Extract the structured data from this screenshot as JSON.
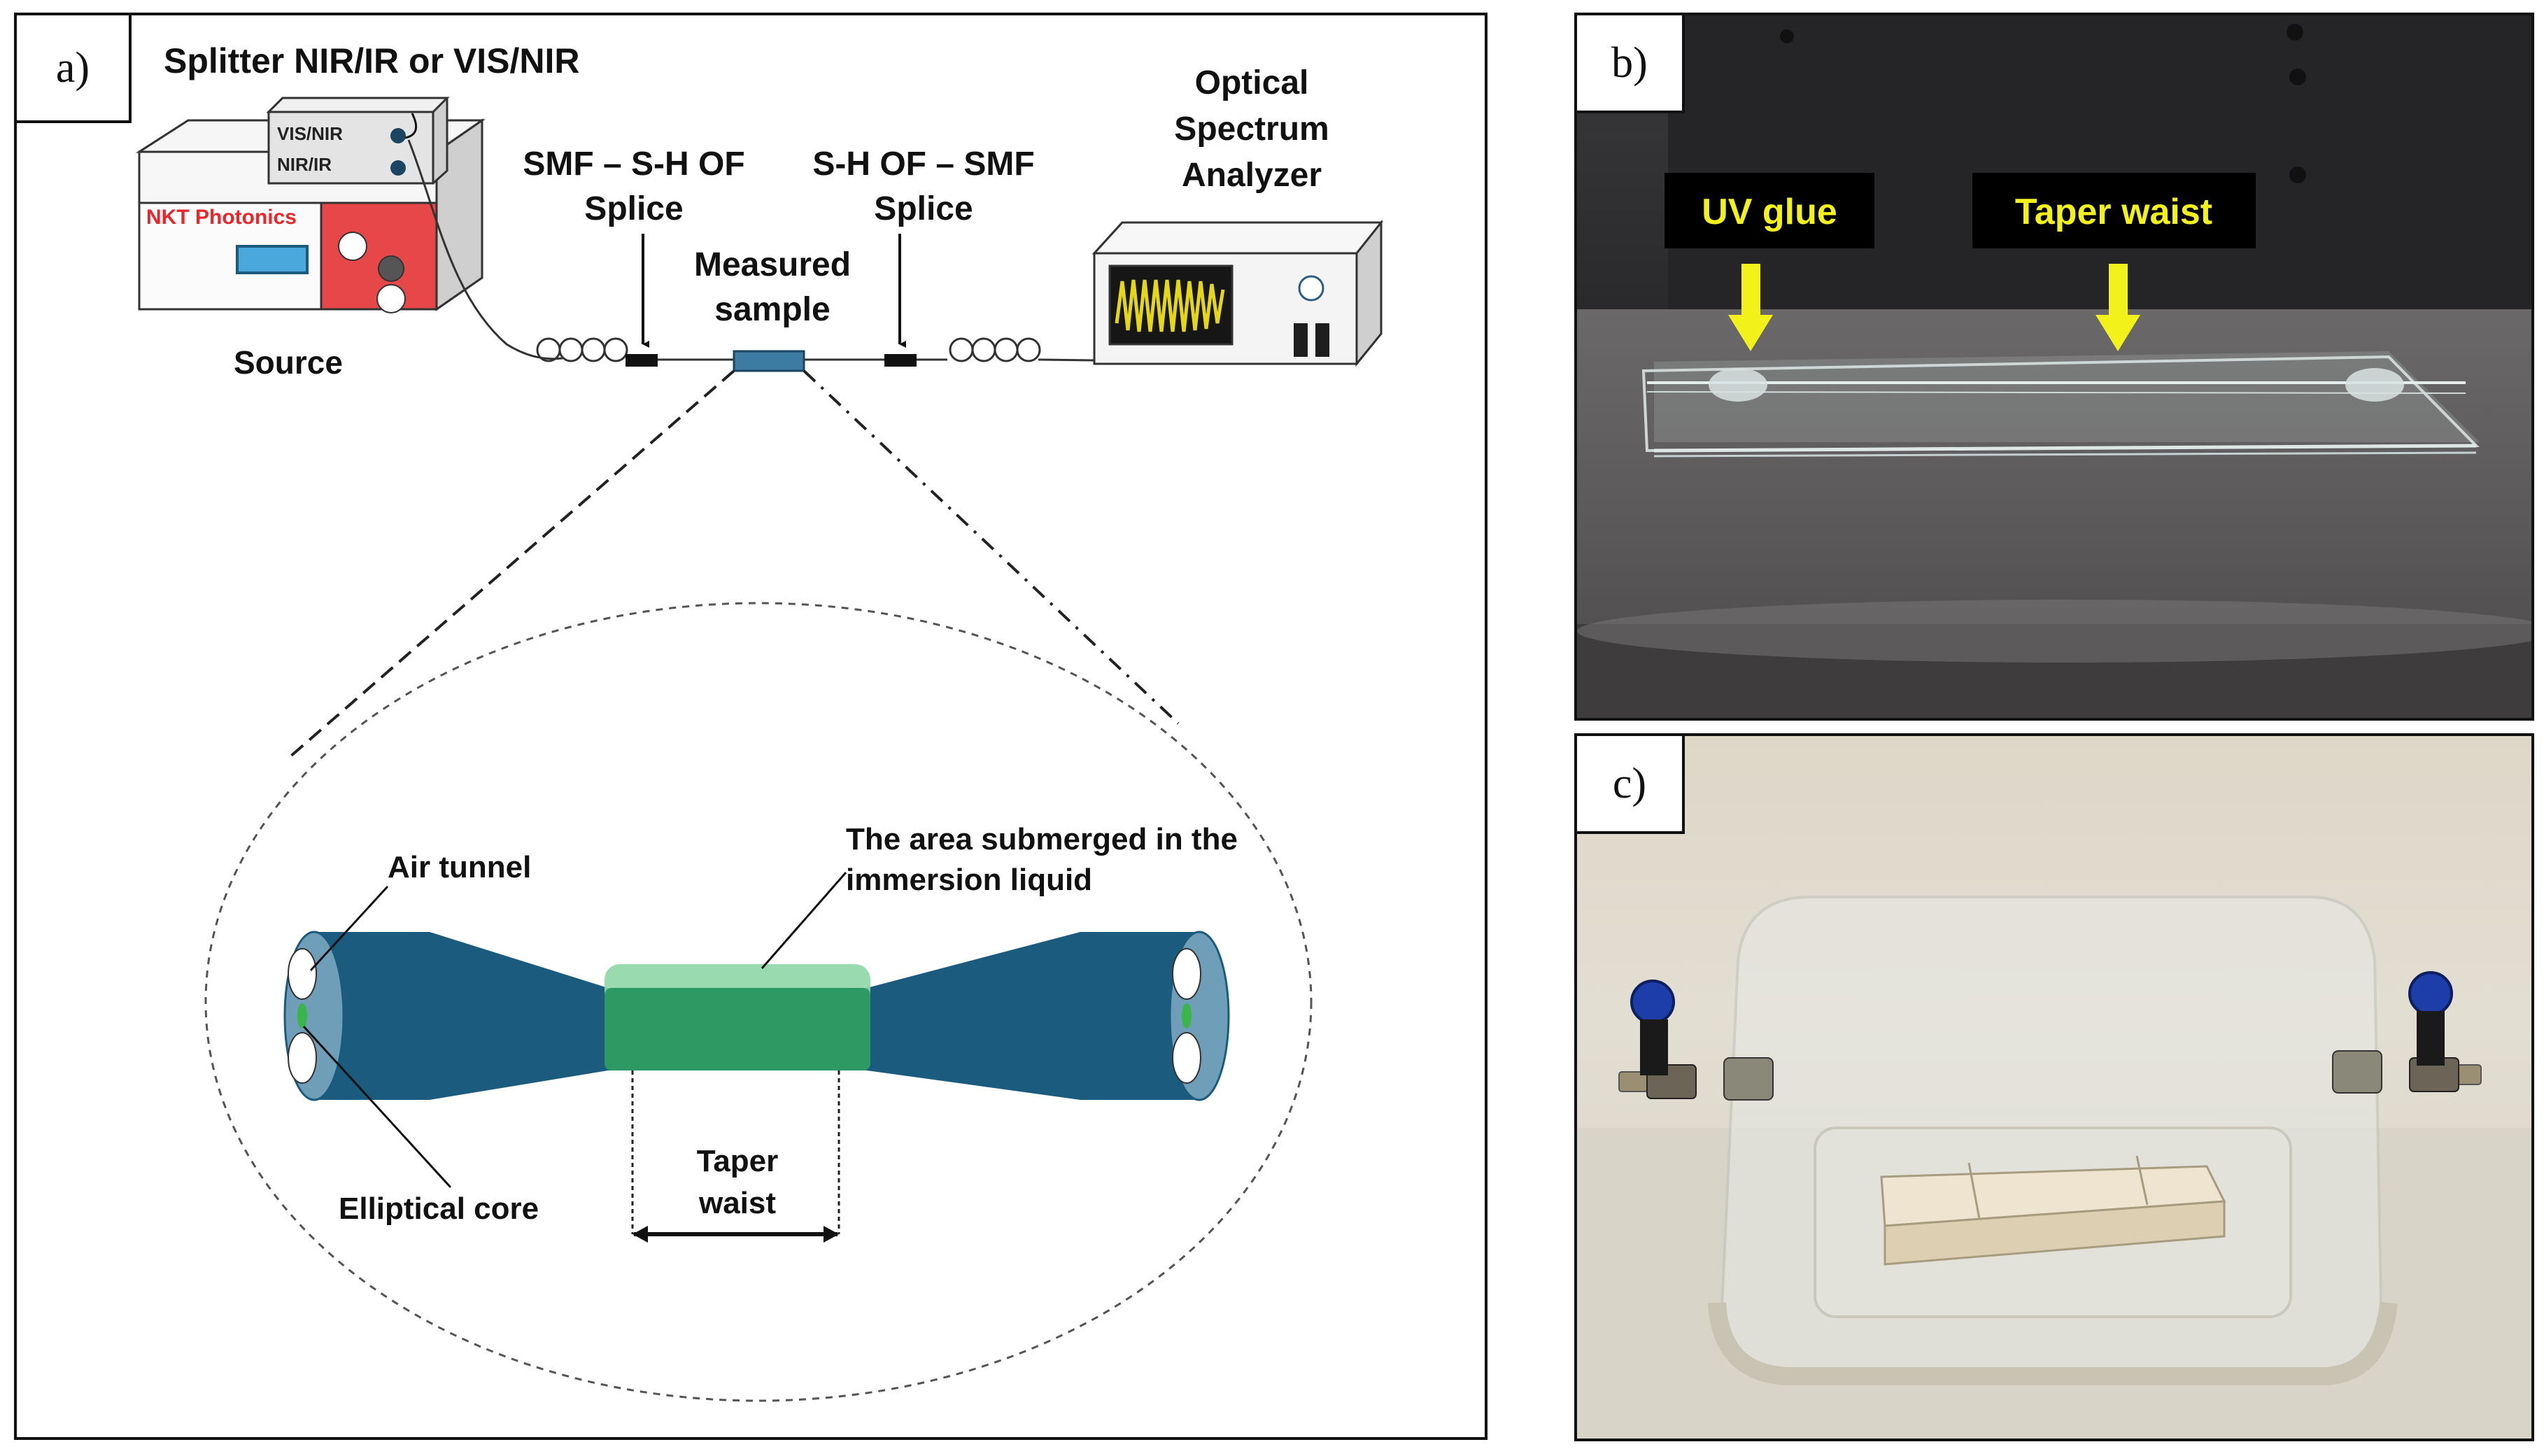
{
  "panel_a": {
    "tag": "a)",
    "splitter_title": "Splitter NIR/IR or VIS/NIR",
    "splitter_vis": "VIS/NIR",
    "splitter_nir": "NIR/IR",
    "source_brand": "NKT Photonics",
    "source_label": "Source",
    "splice1_line1": "SMF – S-H OF",
    "splice1_line2": "Splice",
    "splice2_line1": "S-H OF – SMF",
    "splice2_line2": "Splice",
    "sample_line1": "Measured",
    "sample_line2": "sample",
    "osa_line1": "Optical",
    "osa_line2": "Spectrum",
    "osa_line3": "Analyzer",
    "air_tunnel": "Air tunnel",
    "elliptical_core": "Elliptical core",
    "submerged_line1": "The area submerged in the",
    "submerged_line2": "immersion liquid",
    "taper_line1": "Taper",
    "taper_line2": "waist"
  },
  "panel_b": {
    "tag": "b)",
    "uv_glue": "UV glue",
    "taper_waist": "Taper waist"
  },
  "panel_c": {
    "tag": "c)"
  },
  "colors": {
    "fiber_blue": "#1b5c7e",
    "fiber_light": "#6f9fb8",
    "submerged_green": "#2e9a63",
    "submerged_light": "#8fd6a6",
    "source_red": "#e8474a",
    "label_yellow": "#f2f21a"
  }
}
